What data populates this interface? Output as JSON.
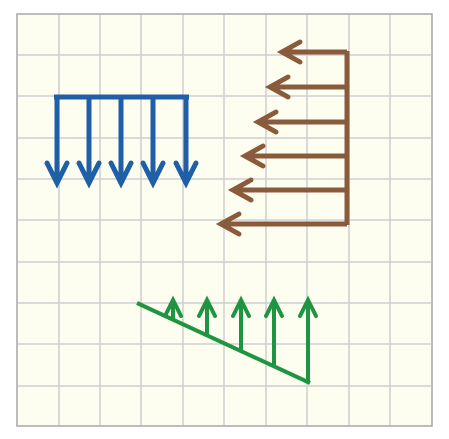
{
  "colors": {
    "background": "#ffffff",
    "paper": "#fdfdf0",
    "grid_line": "#cfcfcf",
    "border": "#a6a6a6",
    "uniform_load": "#1f5fa8",
    "triangular_load": "#8a5a3c",
    "linear_load": "#1f9443"
  },
  "diagrams": [
    {
      "name": "uniform-distributed-load",
      "direction": "down",
      "arrow_count": 5,
      "color_key": "uniform_load"
    },
    {
      "name": "triangular-distributed-load",
      "direction": "left",
      "arrow_count": 6,
      "color_key": "triangular_load"
    },
    {
      "name": "linearly-varying-load",
      "direction": "up",
      "arrow_count": 5,
      "color_key": "linear_load"
    }
  ]
}
